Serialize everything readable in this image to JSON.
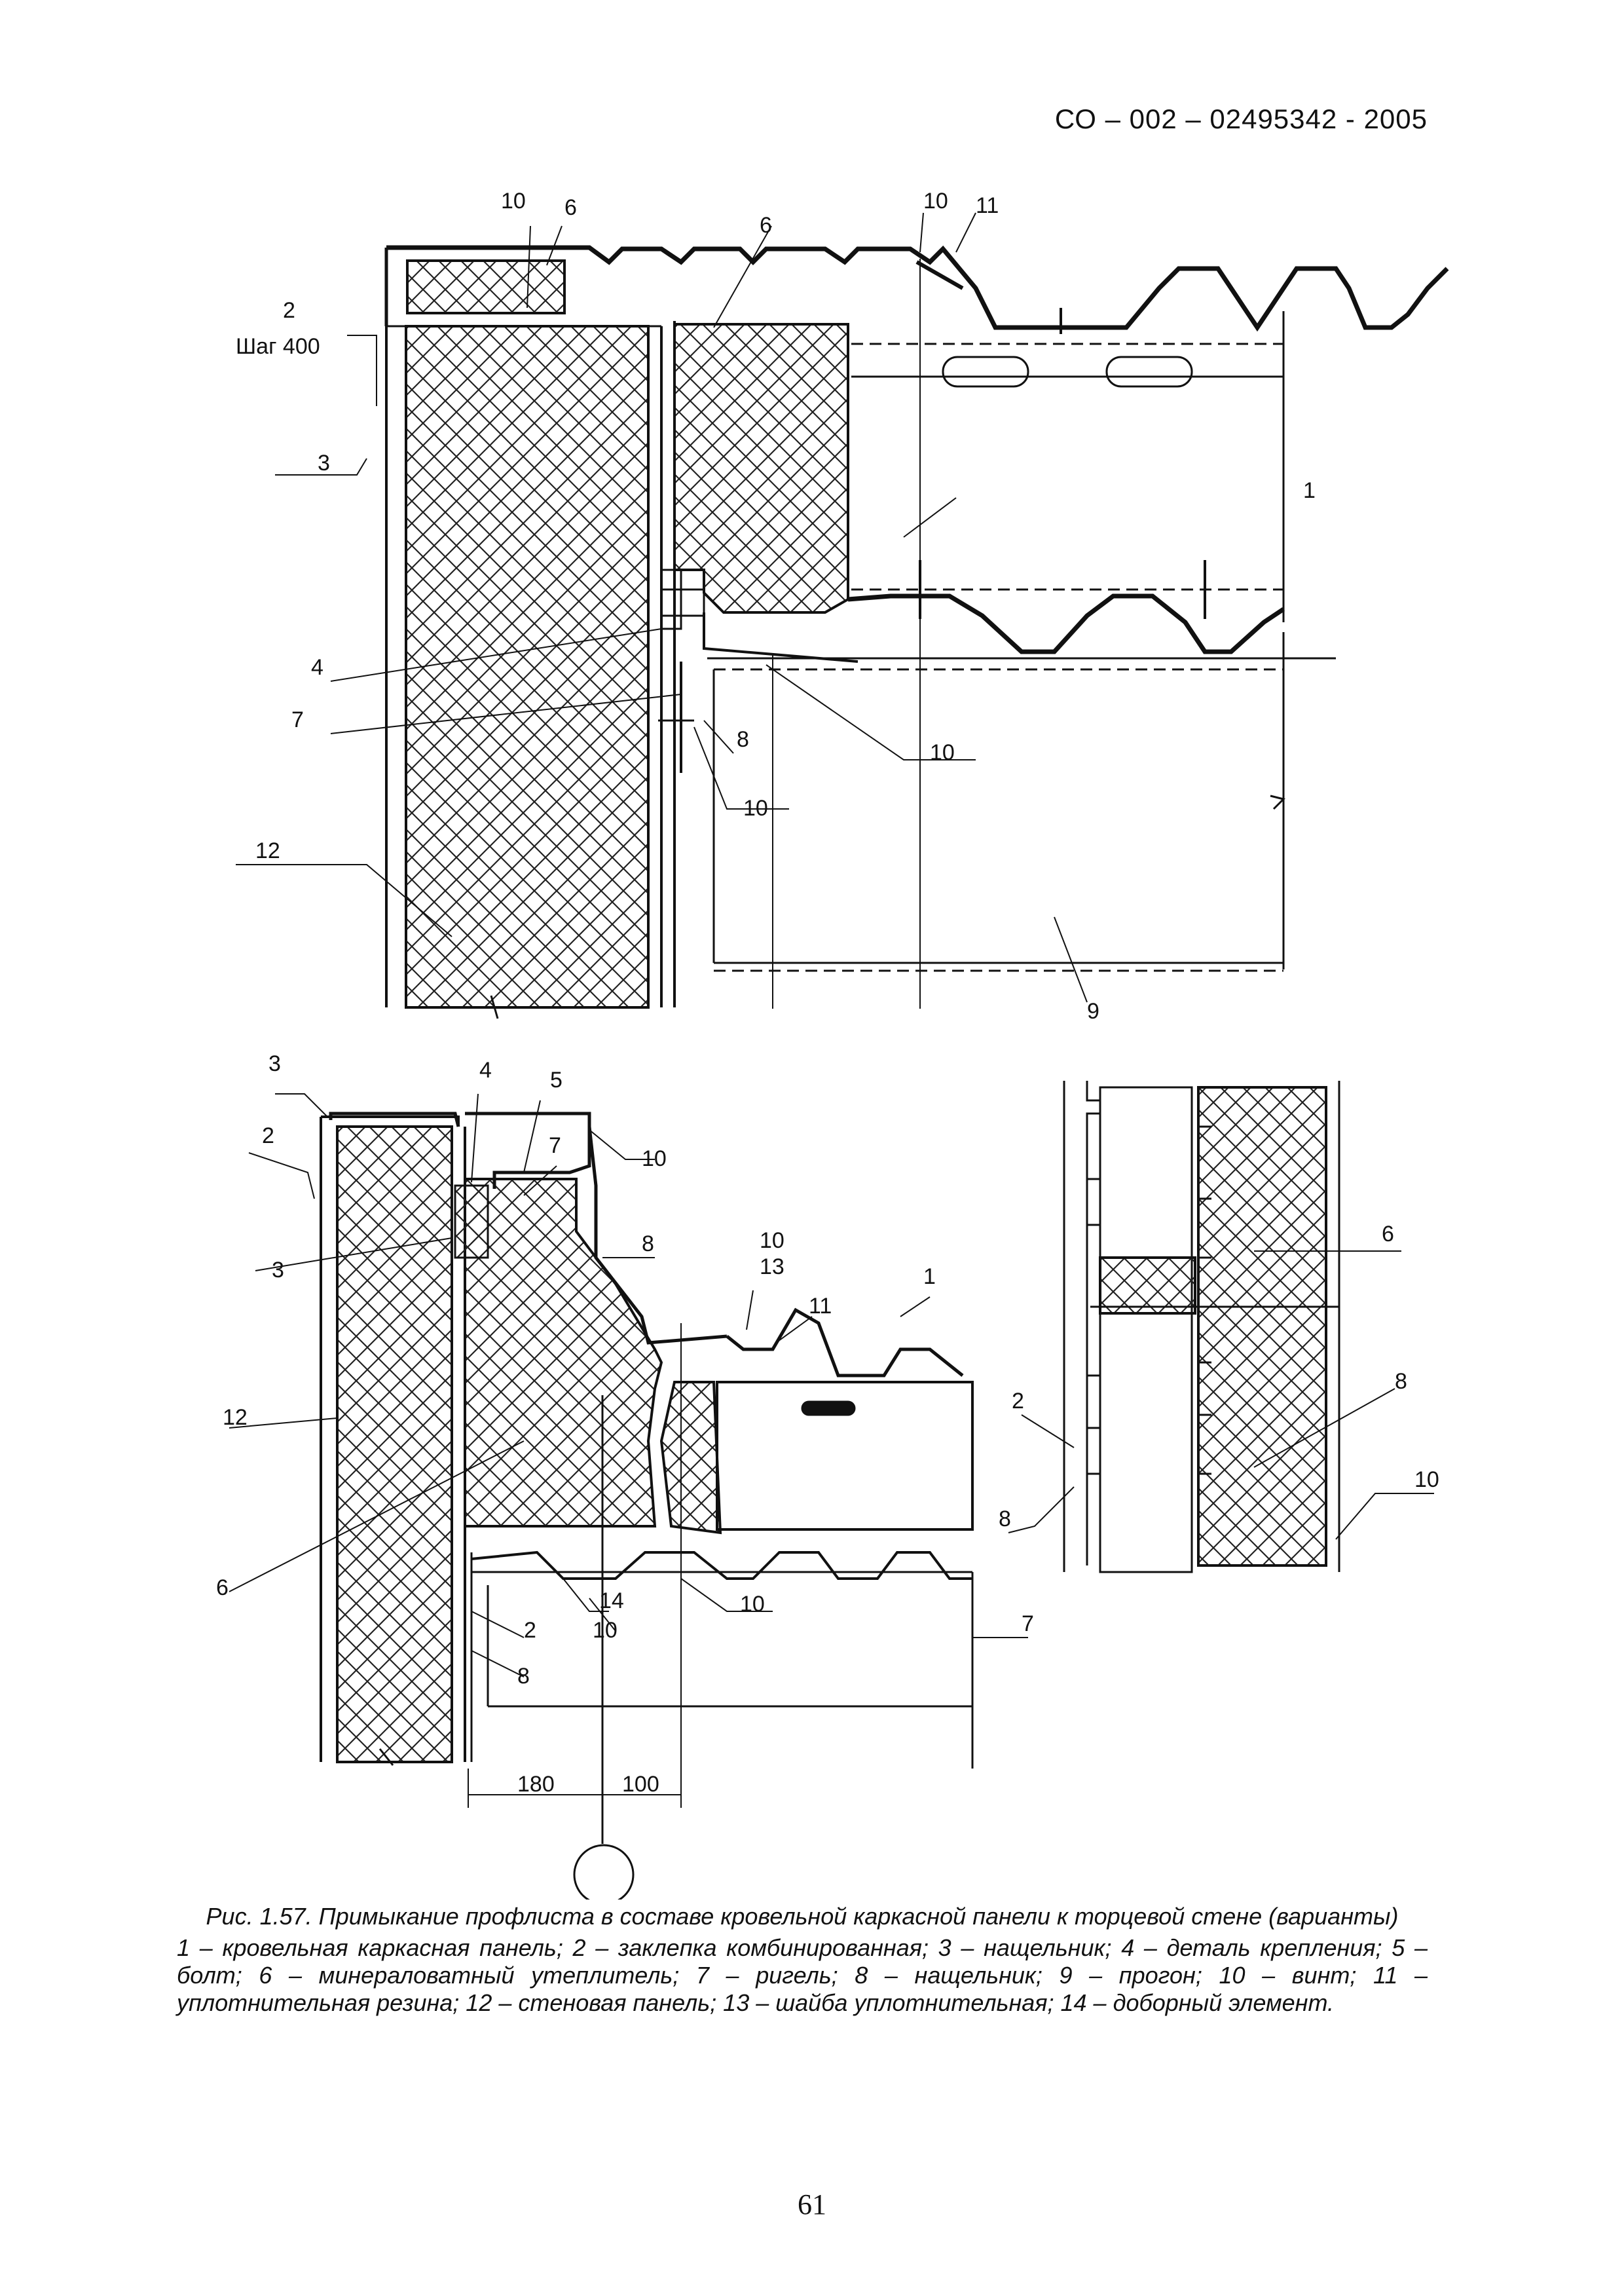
{
  "header": {
    "doc_code": "СО – 002 – 02495342 - 2005"
  },
  "drawing": {
    "top_callouts": {
      "c1": "1",
      "c2": "2",
      "c2_note": "Шаг 400",
      "c3": "3",
      "c4": "4",
      "c6a": "6",
      "c6b": "6",
      "c7": "7",
      "c8": "8",
      "c9": "9",
      "c10a": "10",
      "c10b": "10",
      "c10c": "10",
      "c10d": "10",
      "c11": "11",
      "c12": "12"
    },
    "bottom_left_callouts": {
      "c1": "1",
      "c2a": "2",
      "c2b": "2",
      "c3a": "3",
      "c3b": "3",
      "c4": "4",
      "c5": "5",
      "c6": "6",
      "c7a": "7",
      "c7b": "7",
      "c8a": "8",
      "c8b": "8",
      "c10a": "10",
      "c10b": "10",
      "c10c": "10",
      "c10d": "10",
      "c11": "11",
      "c12": "12",
      "c13": "13",
      "c14": "14",
      "dim_a": "180",
      "dim_b": "100"
    },
    "bottom_right_callouts": {
      "c2": "2",
      "c6": "6",
      "c8a": "8",
      "c8b": "8",
      "c10": "10"
    }
  },
  "caption": {
    "title": "Рис. 1.57. Примыкание профлиста в составе кровельной каркасной панели к торцевой стене (варианты)",
    "legend": "1 – кровельная каркасная панель; 2 – заклепка комбинированная; 3 – нащельник; 4 – деталь крепления; 5 – болт; 6 – минераловатный утеплитель; 7 – ригель; 8 – нащельник; 9 – прогон; 10 – винт; 11 – уплотнительная резина; 12 – стеновая панель; 13 – шайба уплотнительная; 14 – доборный элемент."
  },
  "page_number": "61"
}
